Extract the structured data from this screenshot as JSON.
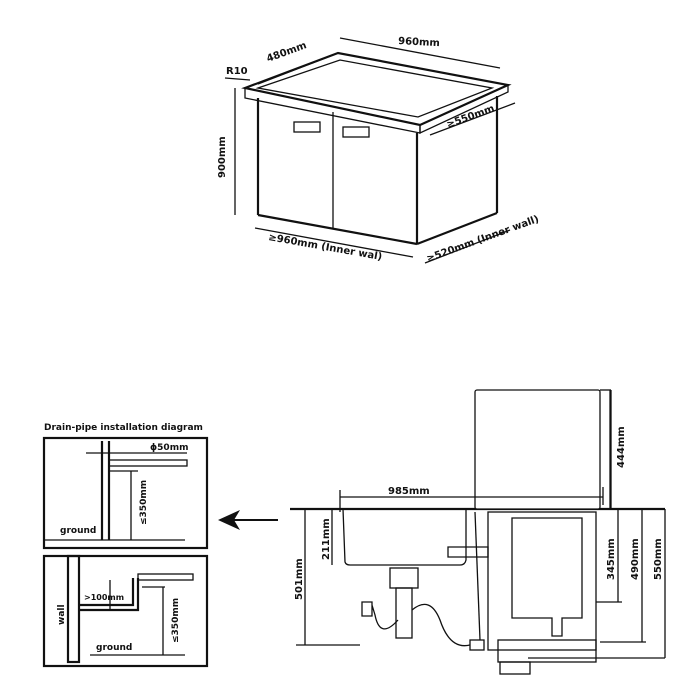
{
  "cabinet": {
    "top_depth": "480mm",
    "top_width": "960mm",
    "corner_radius": "R10",
    "height": "900mm",
    "side_depth": "≥550mm",
    "inner_width": "≥960mm (Inner wal)",
    "inner_depth": "≥520mm (Inner wall)"
  },
  "drain": {
    "title": "Drain-pipe installation diagram",
    "pipe_diameter": "ϕ50mm",
    "height_1": "≤350mm",
    "ground_1": "ground",
    "wall": "wall",
    "offset": ">100mm",
    "height_2": "≤350mm",
    "ground_2": "ground"
  },
  "side_view": {
    "total_length": "985mm",
    "unit_height": "444mm",
    "sink_depth": "211mm",
    "under_height": "501mm",
    "dim_345": "345mm",
    "dim_490": "490mm",
    "dim_550": "550mm"
  }
}
